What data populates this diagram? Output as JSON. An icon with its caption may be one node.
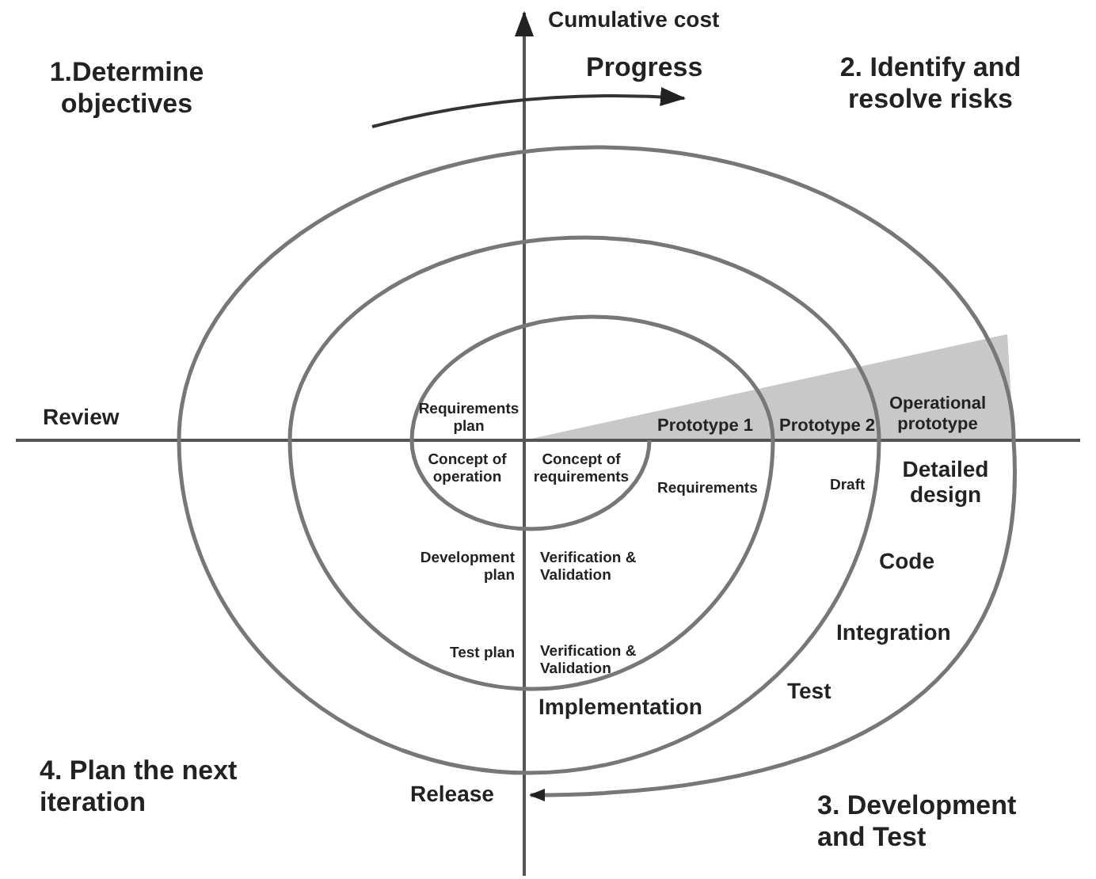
{
  "diagram": {
    "labels": [
      "Cumulative cost",
      "1.Determine objectives",
      "Progress",
      "2. Identify and resolve risks",
      "Review",
      "Requirements plan",
      "Prototype 1",
      "Prototype 2",
      "Operational prototype",
      "Concept of operation",
      "Concept of requirements",
      "Requirements",
      "Draft",
      "Detailed design",
      "Development plan",
      "Verification & Validation",
      "Code",
      "Integration",
      "Test plan",
      "Verification & Validation",
      "Test",
      "Implementation",
      "4. Plan the next iteration",
      "Release",
      "3. Development and Test"
    ]
  }
}
